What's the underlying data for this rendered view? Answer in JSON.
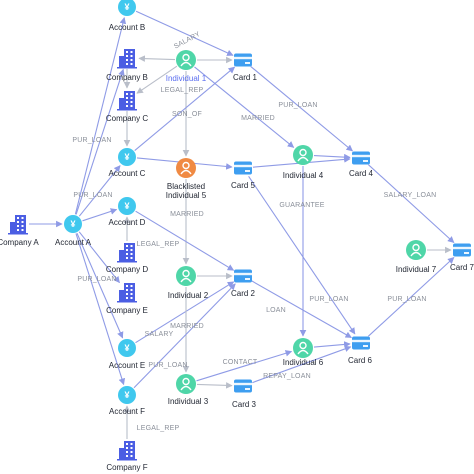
{
  "colors": {
    "edge": "#8f9be6",
    "edge_light": "#c5c9d3",
    "person": "#4fd6a8",
    "person_bad": "#f08a43",
    "account": "#40c8ee",
    "card": "#3e9ef0",
    "company": "#4b5ee3",
    "label": "#8a8f99",
    "text": "#1f2430",
    "highlight": "#5b6ef0"
  },
  "icons": {
    "account": "yen-icon",
    "company": "building-icon",
    "person": "person-icon",
    "card": "card-icon"
  },
  "nodes": [
    {
      "id": "account_b",
      "type": "account",
      "label": "Account B"
    },
    {
      "id": "company_b",
      "type": "company",
      "label": "Company B"
    },
    {
      "id": "individual_1",
      "type": "person",
      "label": "Individual 1",
      "highlight": true
    },
    {
      "id": "card_1",
      "type": "card",
      "label": "Card 1"
    },
    {
      "id": "company_c",
      "type": "company",
      "label": "Company C"
    },
    {
      "id": "account_c",
      "type": "account",
      "label": "Account C"
    },
    {
      "id": "blacklisted_5",
      "type": "person_bad",
      "label": "Blacklisted Individual 5"
    },
    {
      "id": "card_5",
      "type": "card",
      "label": "Card 5"
    },
    {
      "id": "individual_4",
      "type": "person",
      "label": "Individual 4"
    },
    {
      "id": "card_4",
      "type": "card",
      "label": "Card 4"
    },
    {
      "id": "company_a",
      "type": "company",
      "label": "Company A"
    },
    {
      "id": "account_a",
      "type": "account",
      "label": "Account A"
    },
    {
      "id": "account_d",
      "type": "account",
      "label": "Account D"
    },
    {
      "id": "company_d",
      "type": "company",
      "label": "Company D"
    },
    {
      "id": "company_e",
      "type": "company",
      "label": "Company E"
    },
    {
      "id": "individual_2",
      "type": "person",
      "label": "Individual 2"
    },
    {
      "id": "card_2",
      "type": "card",
      "label": "Card 2"
    },
    {
      "id": "individual_7",
      "type": "person",
      "label": "Individual 7"
    },
    {
      "id": "card_7",
      "type": "card",
      "label": "Card 7"
    },
    {
      "id": "account_e",
      "type": "account",
      "label": "Account E"
    },
    {
      "id": "individual_6",
      "type": "person",
      "label": "Individual 6"
    },
    {
      "id": "card_6",
      "type": "card",
      "label": "Card 6"
    },
    {
      "id": "account_f",
      "type": "account",
      "label": "Account F"
    },
    {
      "id": "individual_3",
      "type": "person",
      "label": "Individual 3"
    },
    {
      "id": "card_3",
      "type": "card",
      "label": "Card 3"
    },
    {
      "id": "company_f",
      "type": "company",
      "label": "Company F"
    }
  ],
  "edges": [
    {
      "from": "account_b",
      "to": "card_1",
      "label": "SALARY"
    },
    {
      "from": "individual_1",
      "to": "company_b",
      "label": ""
    },
    {
      "from": "individual_1",
      "to": "card_1",
      "label": ""
    },
    {
      "from": "company_b",
      "to": "company_c",
      "label": "LEGAL_REP"
    },
    {
      "from": "individual_1",
      "to": "company_c",
      "label": ""
    },
    {
      "from": "individual_1",
      "to": "blacklisted_5",
      "label": "SON_OF"
    },
    {
      "from": "individual_1",
      "to": "individual_4",
      "label": "MARRIED"
    },
    {
      "from": "card_1",
      "to": "card_4",
      "label": "PUR_LOAN"
    },
    {
      "from": "account_a",
      "to": "company_b",
      "label": "PUR_LOAN"
    },
    {
      "from": "account_a",
      "to": "account_b",
      "label": ""
    },
    {
      "from": "company_c",
      "to": "account_c",
      "label": ""
    },
    {
      "from": "account_c",
      "to": "card_1",
      "label": ""
    },
    {
      "from": "account_c",
      "to": "card_5",
      "label": ""
    },
    {
      "from": "card_5",
      "to": "card_4",
      "label": ""
    },
    {
      "from": "individual_4",
      "to": "card_4",
      "label": ""
    },
    {
      "from": "card_4",
      "to": "card_7",
      "label": "SALARY_LOAN"
    },
    {
      "from": "company_a",
      "to": "account_a",
      "label": ""
    },
    {
      "from": "account_a",
      "to": "account_d",
      "label": "PUR_LOAN"
    },
    {
      "from": "account_a",
      "to": "account_c",
      "label": ""
    },
    {
      "from": "blacklisted_5",
      "to": "individual_2",
      "label": "MARRIED"
    },
    {
      "from": "account_d",
      "to": "card_2",
      "label": ""
    },
    {
      "from": "company_d",
      "to": "account_d",
      "label": "LEGAL_REP"
    },
    {
      "from": "account_a",
      "to": "company_e",
      "label": ""
    },
    {
      "from": "account_a",
      "to": "account_e",
      "label": "PUR_LOAN"
    },
    {
      "from": "individual_2",
      "to": "card_2",
      "label": ""
    },
    {
      "from": "individual_7",
      "to": "card_7",
      "label": ""
    },
    {
      "from": "card_2",
      "to": "card_6",
      "label": "PUR_LOAN"
    },
    {
      "from": "card_5",
      "to": "card_6",
      "label": "LOAN"
    },
    {
      "from": "individual_4",
      "to": "individual_6",
      "label": "GUARANTEE"
    },
    {
      "from": "card_6",
      "to": "card_7",
      "label": "PUR_LOAN"
    },
    {
      "from": "account_e",
      "to": "card_2",
      "label": "SALARY"
    },
    {
      "from": "individual_2",
      "to": "individual_3",
      "label": "MARRIED"
    },
    {
      "from": "account_a",
      "to": "account_f",
      "label": ""
    },
    {
      "from": "account_f",
      "to": "card_2",
      "label": "PUR_LOAN"
    },
    {
      "from": "individual_3",
      "to": "individual_6",
      "label": "CONTACT"
    },
    {
      "from": "individual_3",
      "to": "card_3",
      "label": ""
    },
    {
      "from": "card_3",
      "to": "card_6",
      "label": "REPAY_LOAN"
    },
    {
      "from": "individual_6",
      "to": "card_6",
      "label": ""
    },
    {
      "from": "company_f",
      "to": "account_f",
      "label": "LEGAL_REP"
    }
  ]
}
